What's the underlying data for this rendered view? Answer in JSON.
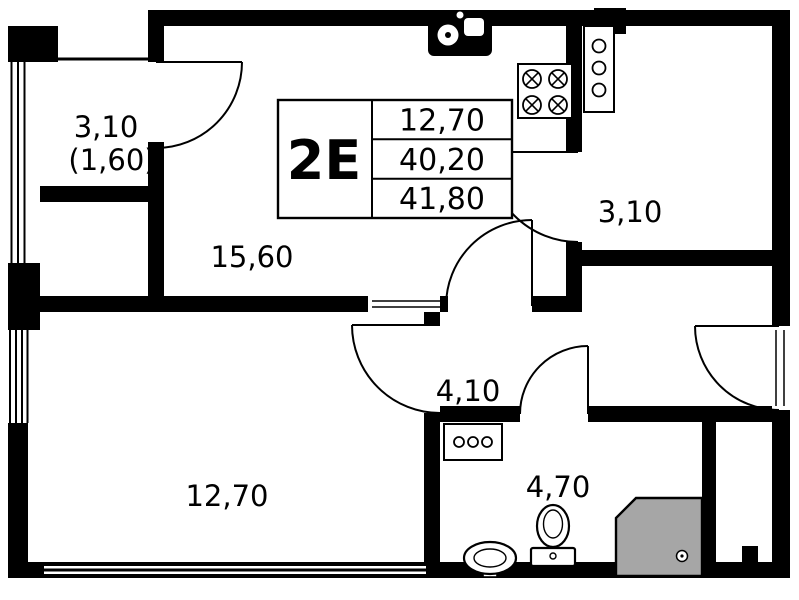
{
  "floor_plan": {
    "info_box": {
      "unit_label": "2Е",
      "rows": [
        "12,70",
        "40,20",
        "41,80"
      ]
    },
    "room_labels": {
      "balcony": "3,10",
      "balcony_reduced": "(1,60)",
      "living_kitchen": "15,60",
      "storage": "3,10",
      "hallway": "4,10",
      "bedroom": "12,70",
      "bathroom": "4,70"
    },
    "fixtures": [
      "kitchen-sink",
      "stove",
      "boiler",
      "washing-machine",
      "toilet",
      "wash-basin",
      "shower"
    ],
    "colors": {
      "background": "#ffffff",
      "wall": "#000000",
      "shower": "#a6a6a6"
    }
  }
}
